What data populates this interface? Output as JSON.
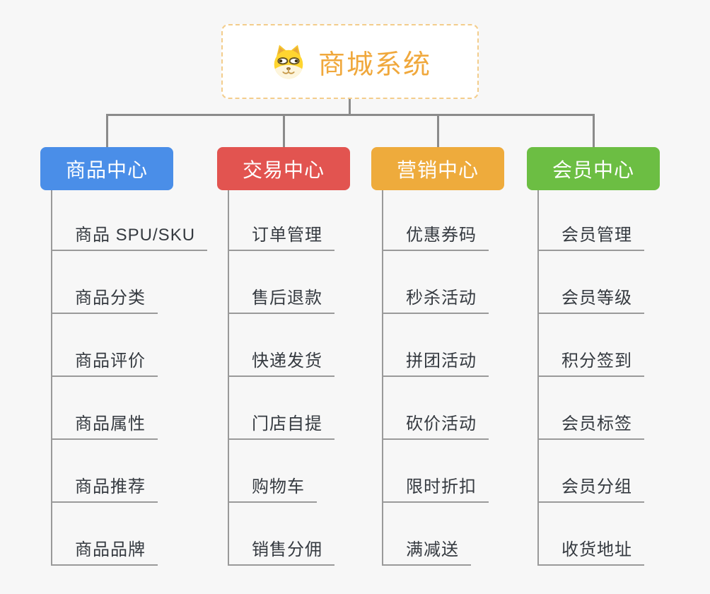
{
  "root": {
    "title": "商城系统",
    "title_color": "#f0a83c",
    "border_color": "#f3cd8c",
    "icon": "doge-icon"
  },
  "connector_color": "#8b8b8b",
  "leaf_line_color": "#9a9a9a",
  "background_color": "#f7f7f7",
  "branches": [
    {
      "label": "商品中心",
      "color": "#4a8ee8",
      "items": [
        "商品 SPU/SKU",
        "商品分类",
        "商品评价",
        "商品属性",
        "商品推荐",
        "商品品牌"
      ]
    },
    {
      "label": "交易中心",
      "color": "#e25450",
      "items": [
        "订单管理",
        "售后退款",
        "快递发货",
        "门店自提",
        "购物车",
        "销售分佣"
      ]
    },
    {
      "label": "营销中心",
      "color": "#eeab3c",
      "items": [
        "优惠券码",
        "秒杀活动",
        "拼团活动",
        "砍价活动",
        "限时折扣",
        "满减送"
      ]
    },
    {
      "label": "会员中心",
      "color": "#6cbe43",
      "items": [
        "会员管理",
        "会员等级",
        "积分签到",
        "会员标签",
        "会员分组",
        "收货地址"
      ]
    }
  ]
}
